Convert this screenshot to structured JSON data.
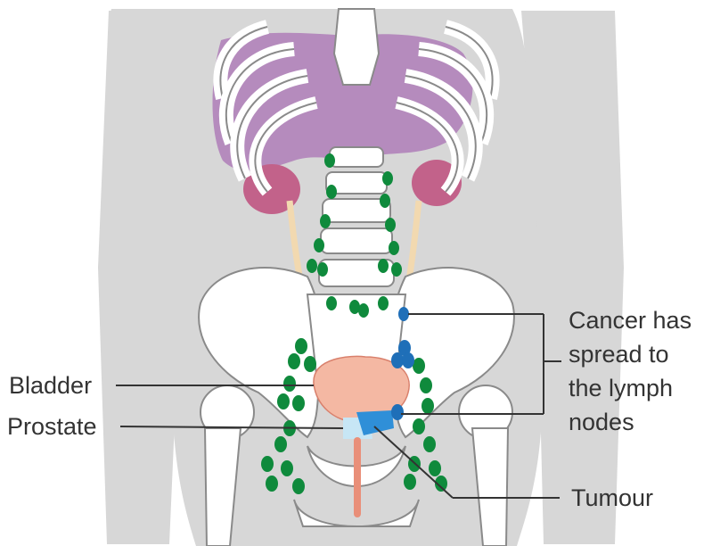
{
  "labels": {
    "bladder": "Bladder",
    "prostate": "Prostate",
    "tumour": "Tumour",
    "cancer_spread": [
      "Cancer has",
      "spread to",
      "the lymph",
      "nodes"
    ]
  },
  "colors": {
    "body": "#d7d7d7",
    "bone": "#ffffff",
    "bone_outline": "#8a8a8a",
    "liver": "#b58bbd",
    "kidney": "#c2628a",
    "ureter": "#f2d9b0",
    "bladder": "#f4b8a3",
    "urethra": "#e98f79",
    "prostate": "#c7e6f5",
    "tumour": "#2f8fd8",
    "lymph_node": "#0f8a3c",
    "affected_node": "#1f6fb8",
    "leader_line": "#333333"
  }
}
